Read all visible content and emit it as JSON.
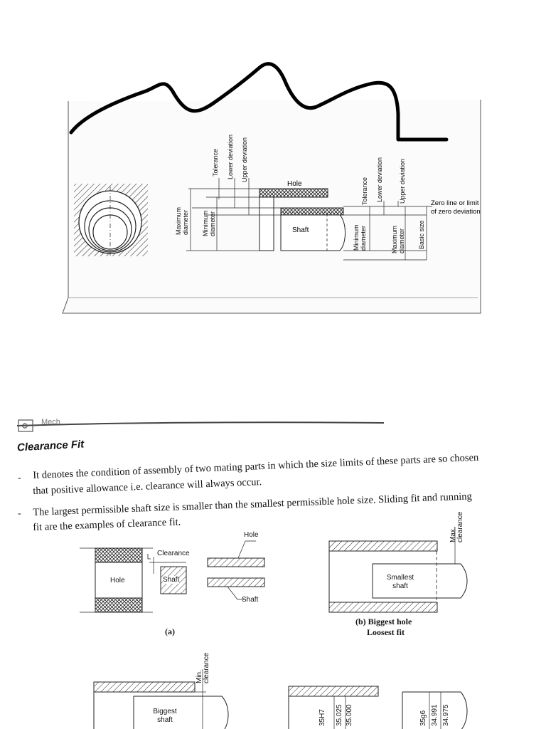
{
  "fig1": {
    "labels": {
      "hole": "Hole",
      "shaft": "Shaft",
      "tolerance_left": "Tolerance",
      "lower_dev_left": "Lower deviation",
      "upper_dev_left": "Upper deviation",
      "max_dia_left": "Maximum diameter",
      "min_dia_left": "Minimum diameter",
      "tolerance_right": "Tolerance",
      "lower_dev_right": "Lower deviation",
      "upper_dev_right": "Upper deviation",
      "min_dia_right": "Minimum diameter",
      "max_dia_right": "Maximum diameter",
      "basic_size": "Basic size",
      "zero_line": "Zero line or limit of zero deviation"
    }
  },
  "page2": {
    "running_header": "Mech",
    "heading": "Clearance Fit",
    "bullet_marker": "-",
    "bullets": [
      {
        "line1": "It denotes the condition of assembly of two mating parts in which the size limits of these parts are so chosen",
        "line2": "that positive allowance i.e. clearance will always occur."
      },
      {
        "line1": "The largest permissible shaft size is smaller than the smallest permissible hole size. Sliding fit and running",
        "line2": "fit are the examples of clearance fit."
      }
    ],
    "fig_a": {
      "clearance": "Clearance",
      "hole": "Hole",
      "shaft": "Shaft",
      "hole_right": "Hole",
      "shaft_right": "Shaft",
      "caption": "(a)"
    },
    "fig_b": {
      "max_clearance": "Max. clearance",
      "smallest_shaft": "Smallest shaft",
      "caption_line1": "(b) Biggest hole",
      "caption_line2": "Loosest fit"
    },
    "fig_c": {
      "min_clearance": "Min. clearance",
      "biggest_shaft": "Biggest shaft"
    },
    "fig_d": {
      "hole_dim": "35H7",
      "hole_upper": "35.025",
      "hole_lower": "35.000",
      "shaft_dim": "35g6",
      "shaft_upper": "34.991",
      "shaft_lower": "34.975"
    }
  }
}
